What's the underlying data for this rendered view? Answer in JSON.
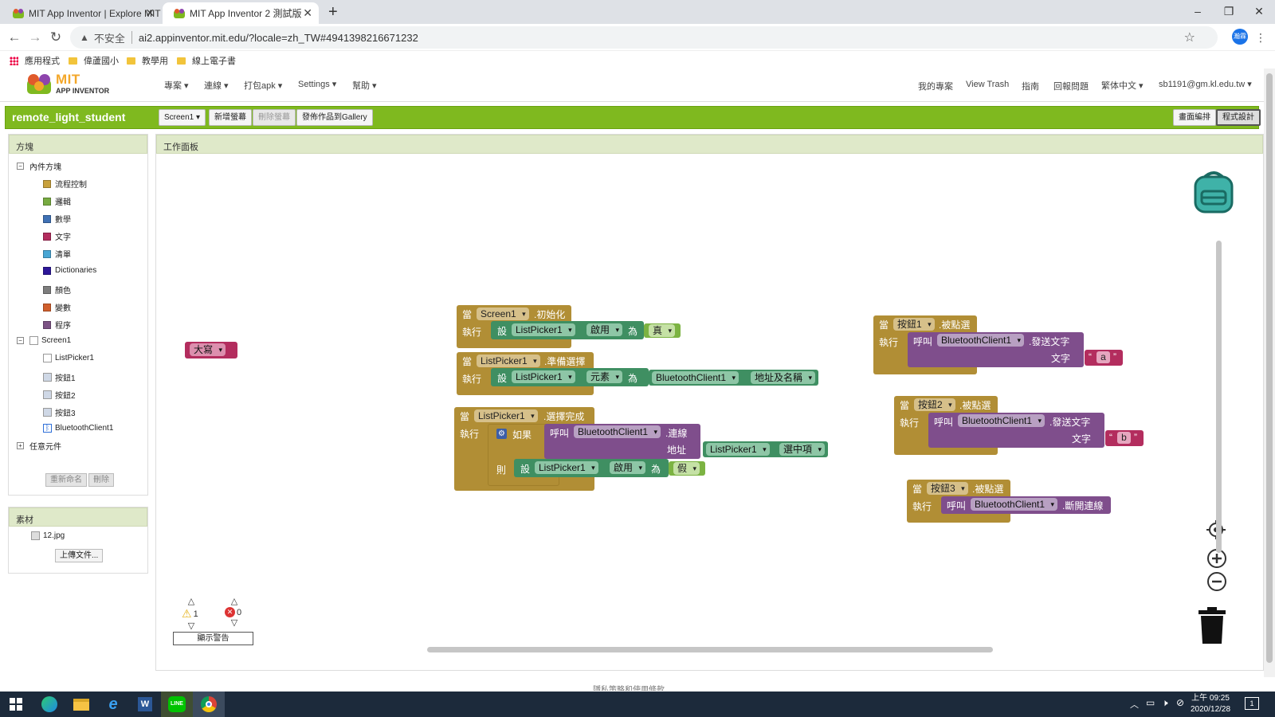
{
  "browser": {
    "tabs": [
      {
        "title": "MIT App Inventor | Explore MIT",
        "active": false
      },
      {
        "title": "MIT App Inventor 2 測試版",
        "active": true
      }
    ],
    "security": "不安全",
    "url": "ai2.appinventor.mit.edu/?locale=zh_TW#4941398216671232",
    "profile": "瀚霖",
    "bookmarks": [
      "應用程式",
      "偉蘆國小",
      "教學用",
      "線上電子書"
    ]
  },
  "header": {
    "logo_top": "MIT",
    "logo_bottom": "APP INVENTOR",
    "menus": [
      "專案 ▾",
      "連線 ▾",
      "打包apk ▾",
      "Settings ▾",
      "幫助 ▾"
    ],
    "right_menus": [
      "我的專案",
      "View Trash",
      "指南",
      "回報問題",
      "繁体中文 ▾",
      "sb1191@gm.kl.edu.tw ▾"
    ]
  },
  "toolbar": {
    "project_name": "remote_light_student",
    "screen_select": "Screen1 ▾",
    "add_screen": "新增螢幕",
    "remove_screen": "刪除螢幕",
    "publish": "發佈作品到Gallery",
    "designer": "畫面編排",
    "blocks": "程式設計"
  },
  "blocks_panel": {
    "title": "方塊",
    "builtin": "內件方塊",
    "categories": [
      {
        "label": "流程控制",
        "color": "#c8a13d"
      },
      {
        "label": "邏輯",
        "color": "#77ab41"
      },
      {
        "label": "數學",
        "color": "#3f71b5"
      },
      {
        "label": "文字",
        "color": "#b32d5e"
      },
      {
        "label": "清單",
        "color": "#49a6d4"
      },
      {
        "label": "Dictionaries",
        "color": "#2d1799"
      },
      {
        "label": "顏色",
        "color": "#7d7d7d"
      },
      {
        "label": "變數",
        "color": "#d05f2d"
      },
      {
        "label": "程序",
        "color": "#7c5385"
      }
    ],
    "screen": "Screen1",
    "components": [
      "ListPicker1",
      "按鈕1",
      "按鈕2",
      "按鈕3",
      "BluetoothClient1"
    ],
    "any_component": "任意元件",
    "rename": "重新命名",
    "delete": "刪除"
  },
  "media_panel": {
    "title": "素材",
    "file": "12.jpg",
    "upload": "上傳文件..."
  },
  "workspace": {
    "title": "工作面板",
    "blocks": {
      "stray": "大寫",
      "init": {
        "when": "當",
        "comp": "Screen1",
        "event": ".初始化",
        "do": "執行",
        "set": "設",
        "set_comp": "ListPicker1",
        "prop": "啟用",
        "to": "為",
        "val": "真"
      },
      "before": {
        "when": "當",
        "comp": "ListPicker1",
        "event": ".準備選擇",
        "do": "執行",
        "set": "設",
        "set_comp": "ListPicker1",
        "prop": "元素",
        "to": "為",
        "getcomp": "BluetoothClient1",
        "getprop": "地址及名稱"
      },
      "after": {
        "when": "當",
        "comp": "ListPicker1",
        "event": ".選擇完成",
        "do": "執行",
        "if": "如果",
        "call": "呼叫",
        "bt": "BluetoothClient1",
        "method": ".連線",
        "address": "地址",
        "lp": "ListPicker1",
        "sel": "選中項",
        "then": "則",
        "set": "設",
        "set_comp": "ListPicker1",
        "prop": "啟用",
        "to": "為",
        "val": "假"
      },
      "btn1": {
        "when": "當",
        "comp": "按鈕1",
        "event": ".被點選",
        "do": "執行",
        "call": "呼叫",
        "bt": "BluetoothClient1",
        "method": ".發送文字",
        "arg": "文字",
        "q1": "“",
        "text": "a",
        "q2": "”"
      },
      "btn2": {
        "when": "當",
        "comp": "按鈕2",
        "event": ".被點選",
        "do": "執行",
        "call": "呼叫",
        "bt": "BluetoothClient1",
        "method": ".發送文字",
        "arg": "文字",
        "q1": "“",
        "text": "b",
        "q2": "”"
      },
      "btn3": {
        "when": "當",
        "comp": "按鈕3",
        "event": ".被點選",
        "do": "執行",
        "call": "呼叫",
        "bt": "BluetoothClient1",
        "method": ".斷開連線"
      }
    },
    "warnings": "1",
    "errors": "0",
    "show_warnings": "顯示警告"
  },
  "footer_text": "隱私策略和使用條款",
  "taskbar": {
    "time": "上午 09:25",
    "date": "2020/12/28",
    "notify": "1"
  }
}
